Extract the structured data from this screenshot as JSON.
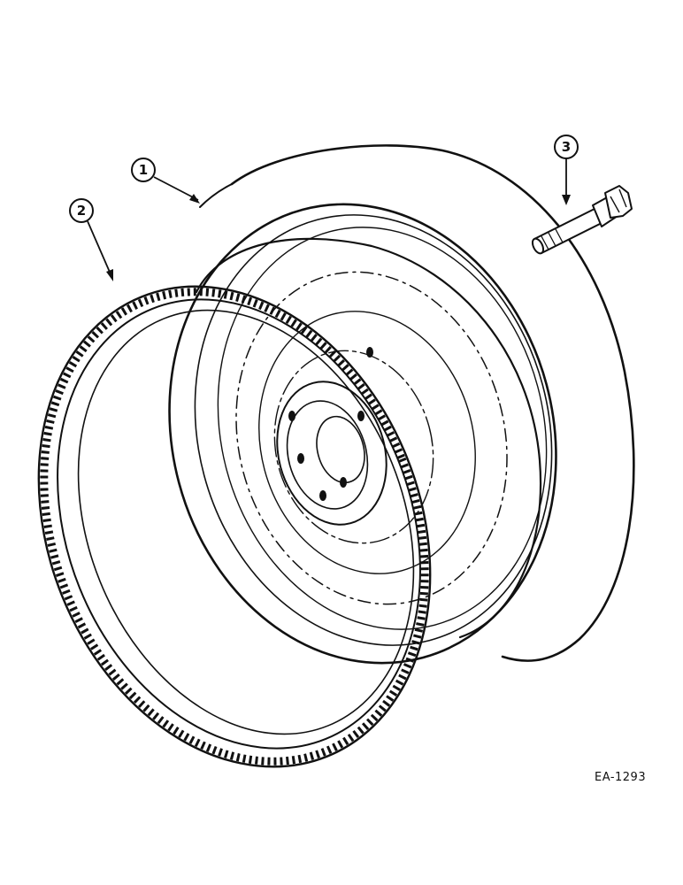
{
  "figure_id": "EA-1293",
  "callouts": [
    {
      "number": "1",
      "part": "flywheel"
    },
    {
      "number": "2",
      "part": "ring-gear"
    },
    {
      "number": "3",
      "part": "bolt"
    }
  ],
  "colors": {
    "ink": "#111111",
    "background": "#ffffff"
  }
}
